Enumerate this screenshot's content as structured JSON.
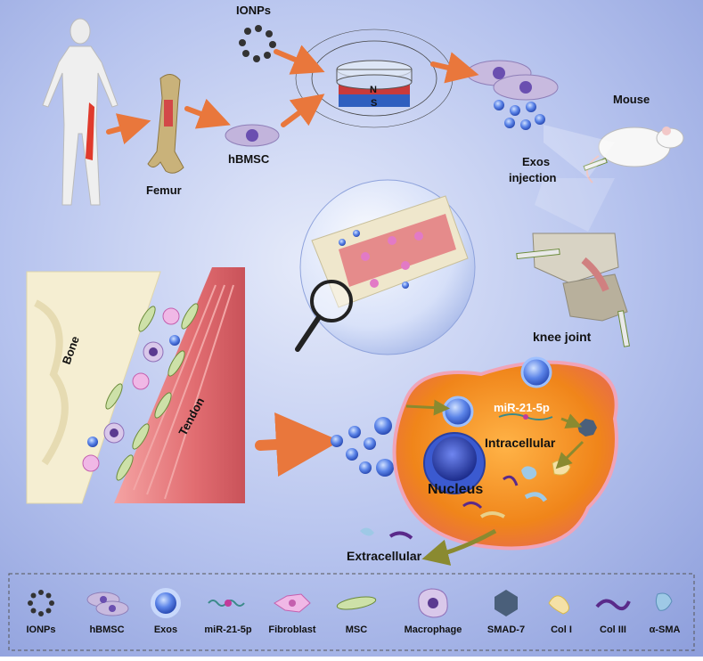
{
  "labels": {
    "ionps": "IONPs",
    "femur": "Femur",
    "hbmsc": "hBMSC",
    "mouse": "Mouse",
    "exos_injection_1": "Exos",
    "exos_injection_2": "injection",
    "knee_joint": "knee joint",
    "bone": "Bone",
    "tendon": "Tendon",
    "mir": "miR-21-5p",
    "intracellular": "Intracellular",
    "nucleus": "Nucleus",
    "extracellular": "Extracellular",
    "magnet_n": "N",
    "magnet_s": "S"
  },
  "legend": [
    {
      "label": "IONPs",
      "icon": "ionps-icon"
    },
    {
      "label": "hBMSC",
      "icon": "hbmsc-icon"
    },
    {
      "label": "Exos",
      "icon": "exos-icon"
    },
    {
      "label": "miR-21-5p",
      "icon": "mirna-icon"
    },
    {
      "label": "Fibroblast",
      "icon": "fibroblast-icon"
    },
    {
      "label": "MSC",
      "icon": "msc-icon"
    },
    {
      "label": "Macrophage",
      "icon": "macrophage-icon"
    },
    {
      "label": "SMAD-7",
      "icon": "smad7-icon"
    },
    {
      "label": "Col I",
      "icon": "col1-icon"
    },
    {
      "label": "Col III",
      "icon": "col3-icon"
    },
    {
      "label": "α-SMA",
      "icon": "asma-icon"
    }
  ],
  "colors": {
    "background": "#a9b6e6",
    "arrow": "#e9773c",
    "cell": "#f08a1c",
    "tendon": "#e67b7b",
    "bone": "#f4ecc8",
    "exos": "#4a6fd8",
    "nucleus": "#2b3fa8"
  }
}
